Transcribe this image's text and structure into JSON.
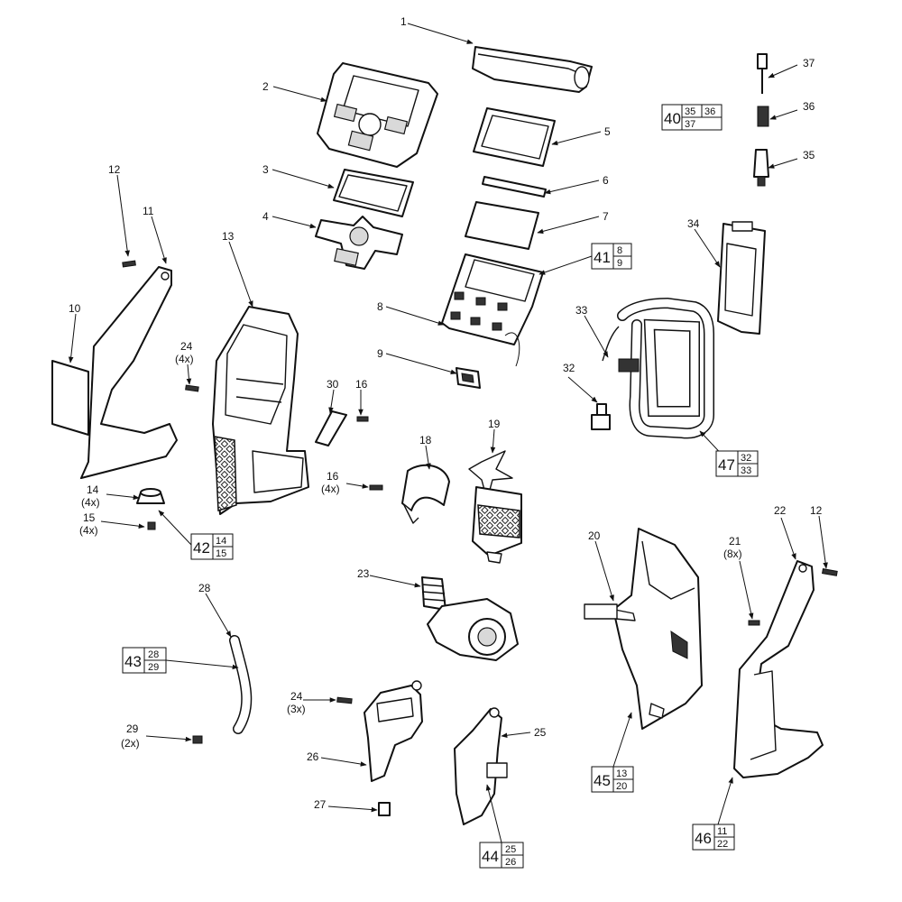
{
  "callouts": [
    {
      "id": "c1",
      "num": "1",
      "qty": ""
    },
    {
      "id": "c2",
      "num": "2",
      "qty": ""
    },
    {
      "id": "c3",
      "num": "3",
      "qty": ""
    },
    {
      "id": "c4",
      "num": "4",
      "qty": ""
    },
    {
      "id": "c5",
      "num": "5",
      "qty": ""
    },
    {
      "id": "c6",
      "num": "6",
      "qty": ""
    },
    {
      "id": "c7",
      "num": "7",
      "qty": ""
    },
    {
      "id": "c8",
      "num": "8",
      "qty": ""
    },
    {
      "id": "c9",
      "num": "9",
      "qty": ""
    },
    {
      "id": "c10",
      "num": "10",
      "qty": ""
    },
    {
      "id": "c11",
      "num": "11",
      "qty": ""
    },
    {
      "id": "c12a",
      "num": "12",
      "qty": ""
    },
    {
      "id": "c12b",
      "num": "12",
      "qty": ""
    },
    {
      "id": "c13",
      "num": "13",
      "qty": ""
    },
    {
      "id": "c14",
      "num": "14",
      "qty": "(4x)"
    },
    {
      "id": "c15",
      "num": "15",
      "qty": "(4x)"
    },
    {
      "id": "c16a",
      "num": "16",
      "qty": ""
    },
    {
      "id": "c16b",
      "num": "16",
      "qty": "(4x)"
    },
    {
      "id": "c18",
      "num": "18",
      "qty": ""
    },
    {
      "id": "c19",
      "num": "19",
      "qty": ""
    },
    {
      "id": "c20",
      "num": "20",
      "qty": ""
    },
    {
      "id": "c21",
      "num": "21",
      "qty": "(8x)"
    },
    {
      "id": "c22",
      "num": "22",
      "qty": ""
    },
    {
      "id": "c23",
      "num": "23",
      "qty": ""
    },
    {
      "id": "c24a",
      "num": "24",
      "qty": "(4x)"
    },
    {
      "id": "c24b",
      "num": "24",
      "qty": "(3x)"
    },
    {
      "id": "c25",
      "num": "25",
      "qty": ""
    },
    {
      "id": "c26",
      "num": "26",
      "qty": ""
    },
    {
      "id": "c27",
      "num": "27",
      "qty": ""
    },
    {
      "id": "c28",
      "num": "28",
      "qty": ""
    },
    {
      "id": "c29",
      "num": "29",
      "qty": "(2x)"
    },
    {
      "id": "c30",
      "num": "30",
      "qty": ""
    },
    {
      "id": "c32",
      "num": "32",
      "qty": ""
    },
    {
      "id": "c33",
      "num": "33",
      "qty": ""
    },
    {
      "id": "c34",
      "num": "34",
      "qty": ""
    },
    {
      "id": "c35",
      "num": "35",
      "qty": ""
    },
    {
      "id": "c36",
      "num": "36",
      "qty": ""
    },
    {
      "id": "c37",
      "num": "37",
      "qty": ""
    }
  ],
  "kits": [
    {
      "id": "k40",
      "main": "40",
      "parts": [
        "35",
        "36",
        "37"
      ]
    },
    {
      "id": "k41",
      "main": "41",
      "parts": [
        "8",
        "9"
      ]
    },
    {
      "id": "k42",
      "main": "42",
      "parts": [
        "14",
        "15"
      ]
    },
    {
      "id": "k43",
      "main": "43",
      "parts": [
        "28",
        "29"
      ]
    },
    {
      "id": "k44",
      "main": "44",
      "parts": [
        "25",
        "26"
      ]
    },
    {
      "id": "k45",
      "main": "45",
      "parts": [
        "13",
        "20"
      ]
    },
    {
      "id": "k46",
      "main": "46",
      "parts": [
        "11",
        "22"
      ]
    },
    {
      "id": "k47",
      "main": "47",
      "parts": [
        "32",
        "33"
      ]
    }
  ]
}
